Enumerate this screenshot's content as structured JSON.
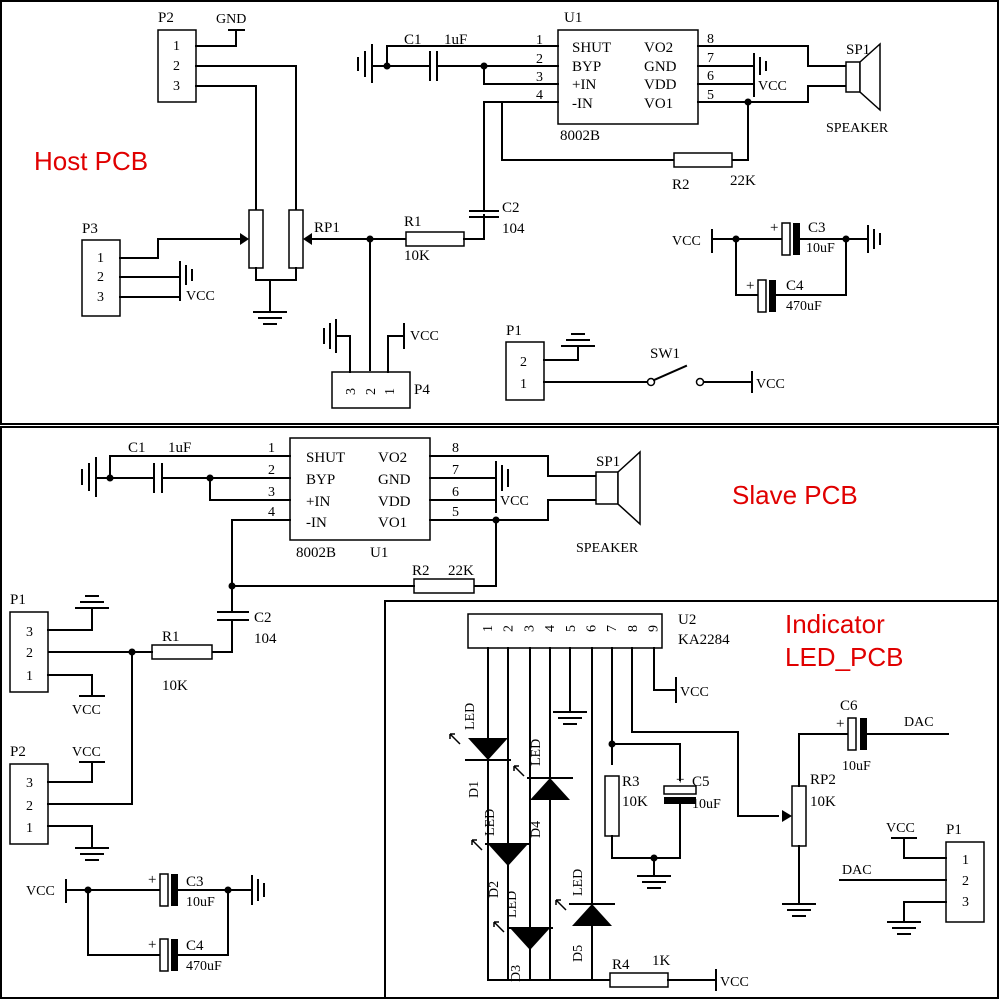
{
  "sections": {
    "host": "Host PCB",
    "slave": "Slave PCB",
    "indicator_1": "Indicator",
    "indicator_2": "LED_PCB"
  },
  "chip": {
    "ref": "U1",
    "part": "8002B",
    "pins_left": [
      {
        "num": "1",
        "name": "SHUT"
      },
      {
        "num": "2",
        "name": "BYP"
      },
      {
        "num": "3",
        "name": "+IN"
      },
      {
        "num": "4",
        "name": "-IN"
      }
    ],
    "pins_right": [
      {
        "num": "8",
        "name": "VO2"
      },
      {
        "num": "7",
        "name": "GND"
      },
      {
        "num": "6",
        "name": "VDD"
      },
      {
        "num": "5",
        "name": "VO1"
      }
    ]
  },
  "parts": {
    "c1": {
      "ref": "C1",
      "value": "1uF"
    },
    "c2": {
      "ref": "C2",
      "value": "104"
    },
    "c3": {
      "ref": "C3",
      "value": "10uF"
    },
    "c4": {
      "ref": "C4",
      "value": "470uF"
    },
    "r1": {
      "ref": "R1",
      "value": "10K"
    },
    "r2": {
      "ref": "R2",
      "value": "22K"
    },
    "rp1": {
      "ref": "RP1"
    },
    "sp1": {
      "ref": "SP1",
      "label": "SPEAKER"
    },
    "sw1": {
      "ref": "SW1"
    }
  },
  "connectors": {
    "p1": "P1",
    "p2": "P2",
    "p3": "P3",
    "p4": "P4",
    "pins": [
      "1",
      "2",
      "3"
    ]
  },
  "labels": {
    "gnd": "GND",
    "vcc": "VCC",
    "dac": "DAC"
  },
  "indicator": {
    "u2_ref": "U2",
    "u2_part": "KA2284",
    "u2_pins": [
      "1",
      "2",
      "3",
      "4",
      "5",
      "6",
      "7",
      "8",
      "9"
    ],
    "led": "LED",
    "diodes": [
      "D1",
      "D2",
      "D3",
      "D4",
      "D5"
    ],
    "r3": {
      "ref": "R3",
      "value": "10K"
    },
    "r4": {
      "ref": "R4",
      "value": "1K"
    },
    "c5": {
      "ref": "C5",
      "value": "10uF"
    },
    "c6": {
      "ref": "C6",
      "value": "10uF"
    },
    "rp2": {
      "ref": "RP2",
      "value": "10K"
    }
  },
  "polarity_plus": "+"
}
